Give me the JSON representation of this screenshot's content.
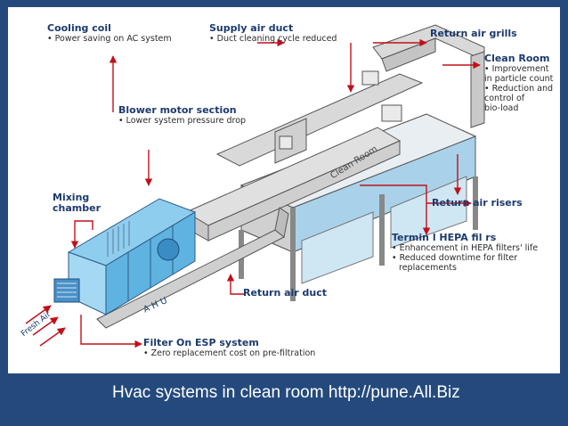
{
  "diagram": {
    "cooling_coil": {
      "title": "Cooling coil",
      "note": "• Power saving on AC system"
    },
    "supply_air_duct": {
      "title": "Supply air duct",
      "note": "• Duct cleaning cycle reduced"
    },
    "return_air_grills": {
      "title": "Return air grills"
    },
    "clean_room": {
      "title": "Clean Room",
      "notes": [
        "• Improvement",
        "in particle count",
        "• Reduction and",
        "control of",
        "bio-load"
      ]
    },
    "blower_motor": {
      "title": "Blower motor section",
      "note": "• Lower system pressure drop"
    },
    "mixing_chamber": {
      "title": [
        "Mixing",
        "chamber"
      ]
    },
    "return_air_risers": {
      "title": "Return air risers"
    },
    "terminal_hepa": {
      "title": "Termin l HEPA fil rs",
      "notes": [
        "• Enhancement in HEPA filters' life",
        "• Reduced downtime for filter",
        "replacements"
      ]
    },
    "return_air_duct": {
      "title": "Return air duct"
    },
    "filter_esp": {
      "title": "Filter On ESP system",
      "note": "• Zero replacement cost on pre-filtration"
    },
    "room_label": "Clean Room",
    "ahu_label": "A H U",
    "fresh_air_label": "Fresh Air",
    "colors": {
      "arrow": "#c0101b",
      "duct": "#d9d9d9",
      "ahu": "#5fb3e0",
      "room_glass": "#bcdcef",
      "background": "#244a7d"
    }
  },
  "caption": "Hvac systems in clean room http://pune.All.Biz"
}
